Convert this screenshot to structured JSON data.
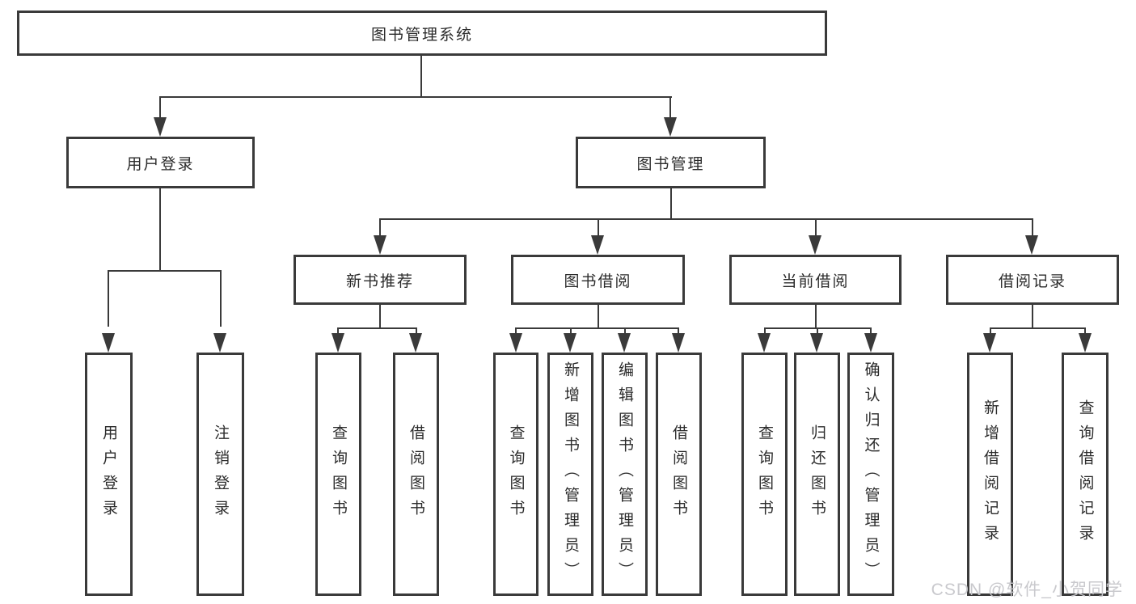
{
  "diagram": {
    "root": {
      "label": "图书管理系统"
    },
    "branches": [
      {
        "label": "用户登录",
        "children": [
          {
            "label": "用户登录"
          },
          {
            "label": "注销登录"
          }
        ]
      },
      {
        "label": "图书管理",
        "children": [
          {
            "label": "新书推荐",
            "children": [
              {
                "label": "查询图书"
              },
              {
                "label": "借阅图书"
              }
            ]
          },
          {
            "label": "图书借阅",
            "children": [
              {
                "label": "查询图书"
              },
              {
                "label": "新增图书（管理员）"
              },
              {
                "label": "编辑图书（管理员）"
              },
              {
                "label": "借阅图书"
              }
            ]
          },
          {
            "label": "当前借阅",
            "children": [
              {
                "label": "查询图书"
              },
              {
                "label": "归还图书"
              },
              {
                "label": "确认归还（管理员）"
              }
            ]
          },
          {
            "label": "借阅记录",
            "children": [
              {
                "label": "新增借阅记录"
              },
              {
                "label": "查询借阅记录"
              }
            ]
          }
        ]
      }
    ]
  },
  "watermark": "CSDN @软件_小贺同学",
  "colors": {
    "line": "#3a3a3a",
    "text": "#2b2b2b",
    "watermark": "#c6c6ca"
  }
}
